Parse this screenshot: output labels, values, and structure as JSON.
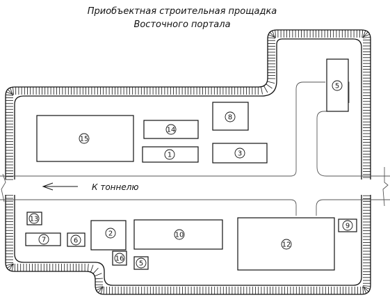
{
  "diagram": {
    "title_lines": [
      "Приобъектная строительная прощадка",
      "Восточного портала"
    ],
    "road_label": "К тоннелю",
    "arrow_icon": "arrow-left-icon",
    "buildings": [
      {
        "number": "15"
      },
      {
        "number": "14"
      },
      {
        "number": "1"
      },
      {
        "number": "8"
      },
      {
        "number": "3"
      },
      {
        "number": "5"
      },
      {
        "number": "13"
      },
      {
        "number": "7"
      },
      {
        "number": "6"
      },
      {
        "number": "2"
      },
      {
        "number": "16"
      },
      {
        "number": "5"
      },
      {
        "number": "10"
      },
      {
        "number": "12"
      },
      {
        "number": "9"
      }
    ]
  }
}
